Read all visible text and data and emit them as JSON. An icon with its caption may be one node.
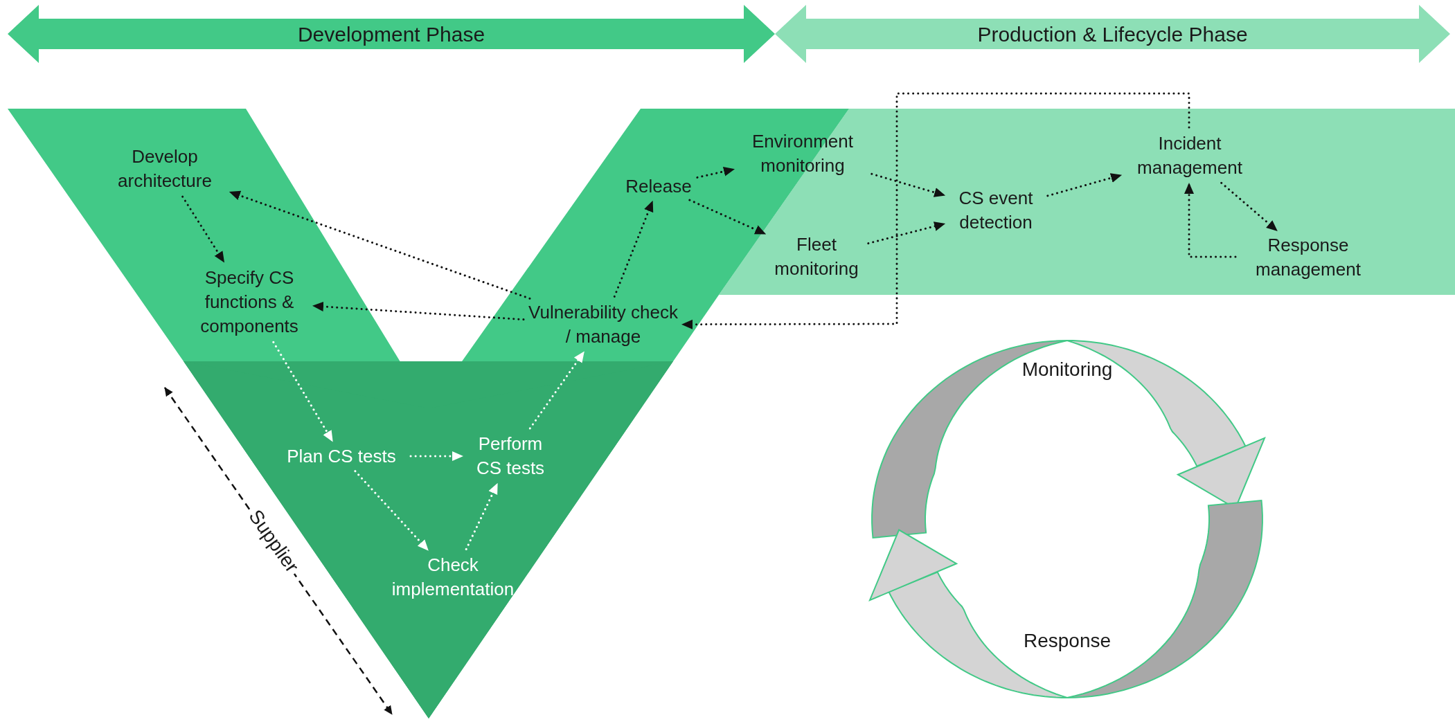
{
  "diagram": {
    "nodes": [
      {
        "text": [
          "Development Phase"
        ]
      },
      {
        "text": [
          "Production & Lifecycle Phase"
        ]
      },
      {
        "text": [
          "Develop architecture"
        ]
      },
      {
        "text": [
          "Specify CS functions & components"
        ]
      },
      {
        "text": [
          "Plan CS tests"
        ]
      },
      {
        "text": [
          "Perform CS tests"
        ]
      },
      {
        "text": [
          "Check implementation"
        ]
      },
      {
        "text": [
          "Vulnerability check / manage"
        ]
      },
      {
        "text": [
          "Release"
        ]
      },
      {
        "text": [
          "Environment monitoring"
        ]
      },
      {
        "text": [
          "Fleet monitoring"
        ]
      },
      {
        "text": [
          "CS event detection"
        ]
      },
      {
        "text": [
          "Incident management"
        ]
      },
      {
        "text": [
          "Response management"
        ]
      }
    ],
    "edges": [
      {
        "from": 2,
        "to": 3,
        "arrow": "to"
      },
      {
        "from": 7,
        "to": 2,
        "arrow": "to"
      },
      {
        "from": 7,
        "to": 3,
        "arrow": "to"
      },
      {
        "from": 3,
        "to": 4,
        "arrow": "to",
        "color": "#ffffff"
      },
      {
        "from": 4,
        "to": 5,
        "arrow": "to",
        "color": "#ffffff"
      },
      {
        "from": 4,
        "to": 6,
        "arrow": "to",
        "color": "#ffffff"
      },
      {
        "from": 6,
        "to": 5,
        "arrow": "to",
        "color": "#ffffff"
      },
      {
        "from": 5,
        "to": 7,
        "arrow": "to",
        "color": "#ffffff"
      },
      {
        "from": 7,
        "to": 8,
        "arrow": "to"
      },
      {
        "from": 8,
        "to": 9,
        "arrow": "to"
      },
      {
        "from": 8,
        "to": 10,
        "arrow": "to"
      },
      {
        "from": 9,
        "to": 11,
        "arrow": "to"
      },
      {
        "from": 10,
        "to": 11,
        "arrow": "to"
      },
      {
        "from": 11,
        "to": 12,
        "arrow": "to"
      },
      {
        "from": 12,
        "to": 13,
        "arrow": "to"
      },
      {
        "from": 13,
        "to": 12,
        "arrow": "to"
      },
      {
        "from": 12,
        "to": 7,
        "arrow": "to"
      }
    ],
    "labels": [
      "Supplier",
      "Monitoring",
      "Response"
    ]
  }
}
